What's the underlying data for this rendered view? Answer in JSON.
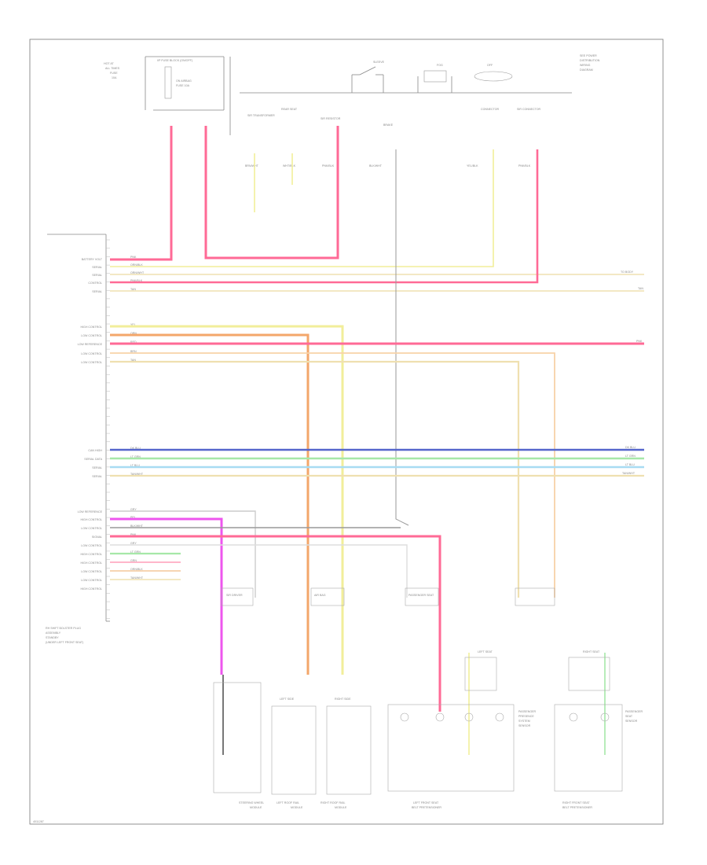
{
  "diagram": {
    "footer_code": "4011287",
    "module_name": [
      "RH SHIFT BOLSTER PLUG",
      "ASSEMBLY",
      "STANDBY",
      "(UNDER LEFT FRONT SEAT)"
    ],
    "fuse_block": {
      "title": "I/P FUSE BLOCK (ON/OFF)",
      "labels": [
        "HOT AT",
        "ALL TIMES",
        "FUSE",
        "10A",
        "ON AIRBAG",
        "FUSE 10A"
      ]
    },
    "top_right_note": [
      "SEE POWER",
      "DISTRIBUTION",
      "WIRING",
      "DIAGRAM"
    ],
    "top_components": [
      "SLEEVE",
      "FOG",
      "OFF"
    ],
    "top_modules": [
      "SIR TRANSFORMER",
      "REAR SEAT",
      "SIR RESISTOR",
      "BRAKE",
      "CONNECTOR",
      "SIR CONNECTOR"
    ],
    "top_wires": [
      "BRN/WHT",
      "WHT/BLK",
      "PNK/BLK",
      "BLK/WHT",
      "YEL/BLK",
      "PNK/BLK"
    ],
    "pins": [
      "BATTERY VOLT",
      "SERIAL",
      "SERIAL",
      "CONTROL",
      "SERIAL",
      "HIGH CONTROL",
      "LOW CONTROL",
      "LOW REFERENCE",
      "LOW CONTROL",
      "LOW CONTROL",
      "CAN HIGH",
      "SERIAL DATA",
      "SERIAL",
      "SERIAL",
      "LOW REFERENCE",
      "HIGH CONTROL",
      "LOW CONTROL",
      "SIGNAL",
      "LOW CONTROL",
      "HIGH CONTROL",
      "HIGH CONTROL",
      "LOW CONTROL",
      "LOW CONTROL",
      "HIGH CONTROL"
    ],
    "wire_colors": [
      "PNK",
      "ORN/BLK",
      "ORN/WHT",
      "PNK/BLK",
      "TAN",
      "YEL",
      "ORN",
      "RED",
      "BRN",
      "TAN",
      "DK BLU",
      "LT GRN",
      "LT BLU",
      "TAN/WHT",
      "GRY",
      "PPL",
      "BLK/WHT",
      "PNK",
      "GRY",
      "LT GRN",
      "GRN",
      "ORN/BLK",
      "TAN/WHT"
    ],
    "right_labels": [
      "TO BODY",
      "TAN",
      "PNK",
      "DK BLU",
      "LT GRN",
      "LT BLU",
      "TAN/WHT"
    ],
    "bottom_modules": [
      "SIR DRIVER",
      "AIR BAG",
      "LEFT SIDE",
      "RIGHT SIDE",
      "PASSENGER SEAT",
      "LEFT SEAT",
      "RIGHT SEAT"
    ],
    "bottom_captions": [
      "STEERING WHEEL",
      "MODULE",
      "LEFT ROOF RAIL",
      "MODULE",
      "RIGHT ROOF RAIL",
      "MODULE",
      "LEFT FRONT SEAT",
      "BELT PRETENSIONER",
      "RIGHT FRONT SEAT",
      "BELT PRETENSIONER"
    ],
    "right_module_notes": [
      "PASSENGER",
      "PRESENCE",
      "SYSTEM",
      "SENSOR",
      "PASSENGER",
      "SEAT",
      "SENSOR"
    ]
  },
  "colors": {
    "pink": "#ff6a96",
    "yellow": "#f2ee9a",
    "orange": "#f3a66a",
    "light_orange": "#f8d2a8",
    "blue": "#5566cc",
    "light_green": "#a6e8a8",
    "light_blue": "#a8dcf2",
    "tan": "#efe0b0",
    "magenta": "#ee55ee",
    "gray": "#999999"
  }
}
